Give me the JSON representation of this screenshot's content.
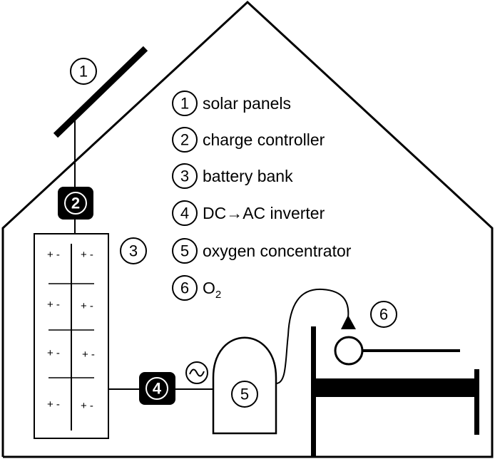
{
  "legend": [
    {
      "num": "1",
      "label": "solar panels"
    },
    {
      "num": "2",
      "label": "charge controller"
    },
    {
      "num": "3",
      "label": "battery bank"
    },
    {
      "num": "4",
      "label": "DC→AC inverter"
    },
    {
      "num": "5",
      "label": "oxygen concentrator"
    },
    {
      "num": "6",
      "label": "O",
      "sub": "2"
    }
  ],
  "markers": {
    "solar": "1",
    "controller": "2",
    "battery": "3",
    "inverter": "4",
    "concentrator": "5",
    "oxygen": "6"
  },
  "battery_cells": {
    "left": "+ -",
    "right": "+ -"
  },
  "icons": {
    "ac": "sine-wave-icon"
  }
}
